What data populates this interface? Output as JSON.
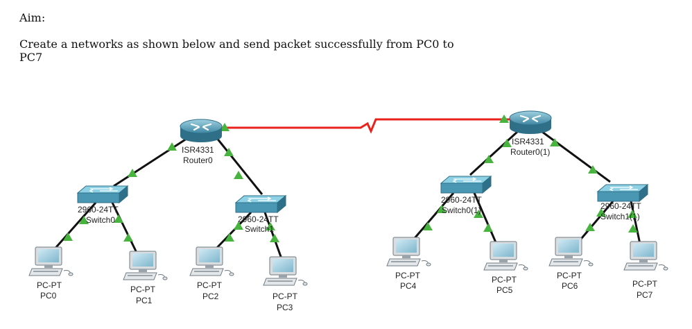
{
  "header": {
    "aim": "Aim:",
    "description": "Create a networks as shown below and send packet successfully from PC0 to PC7"
  },
  "routers": [
    {
      "model": "ISR4331",
      "name": "Router0"
    },
    {
      "model": "ISR4331",
      "name": "Router0(1)"
    }
  ],
  "switches": [
    {
      "model": "2960-24TT",
      "name": "Switch0"
    },
    {
      "model": "2960-24TT",
      "name": "Switch1"
    },
    {
      "model": "2960-24TT",
      "name": "Switch0(1)"
    },
    {
      "model": "2960-24TT",
      "name": "Switch1(1)"
    }
  ],
  "pcs": [
    {
      "model": "PC-PT",
      "name": "PC0"
    },
    {
      "model": "PC-PT",
      "name": "PC1"
    },
    {
      "model": "PC-PT",
      "name": "PC2"
    },
    {
      "model": "PC-PT",
      "name": "PC3"
    },
    {
      "model": "PC-PT",
      "name": "PC4"
    },
    {
      "model": "PC-PT",
      "name": "PC5"
    },
    {
      "model": "PC-PT",
      "name": "PC6"
    },
    {
      "model": "PC-PT",
      "name": "PC7"
    }
  ],
  "colors": {
    "serial_link": "#e8221b",
    "ethernet_link": "#111111",
    "link_up": "#49b33f",
    "device_blue": "#4f98b3"
  }
}
